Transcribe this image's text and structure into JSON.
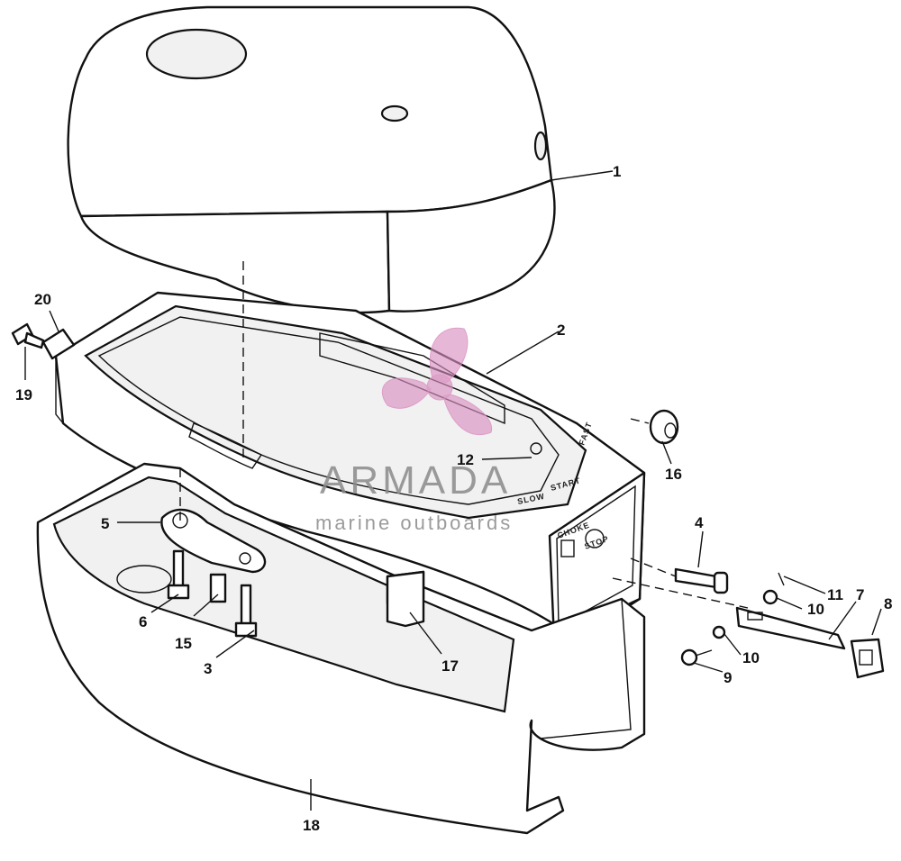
{
  "callouts": {
    "c1": "1",
    "c2": "2",
    "c3": "3",
    "c4": "4",
    "c5": "5",
    "c6": "6",
    "c7": "7",
    "c8": "8",
    "c9": "9",
    "c10a": "10",
    "c10b": "10",
    "c11": "11",
    "c12": "12",
    "c15": "15",
    "c16": "16",
    "c17": "17",
    "c18": "18",
    "c19": "19",
    "c20": "20"
  },
  "decals": {
    "slow": "SLOW",
    "start": "START",
    "fast": "FAST",
    "choke": "CHOKE",
    "stop": "STOP"
  },
  "watermark": {
    "brand": "ARMADA",
    "tagline": "marine outboards",
    "color": "#d98fc0",
    "text_color": "#8a8a8a"
  },
  "colors": {
    "line": "#111111",
    "paper": "#ffffff"
  }
}
